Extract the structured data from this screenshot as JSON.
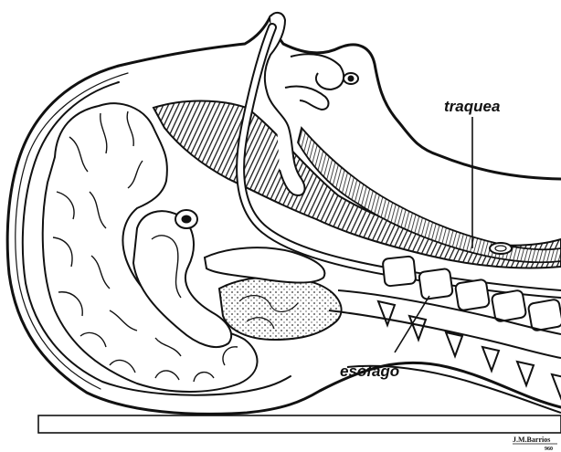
{
  "labels": {
    "trachea": "traquea",
    "esophagus": "esófago"
  },
  "signature": {
    "name": "J.M.Barrios",
    "year": "960"
  },
  "colors": {
    "ink": "#111111",
    "paper": "#ffffff",
    "hatch": "#1a1a1a"
  }
}
